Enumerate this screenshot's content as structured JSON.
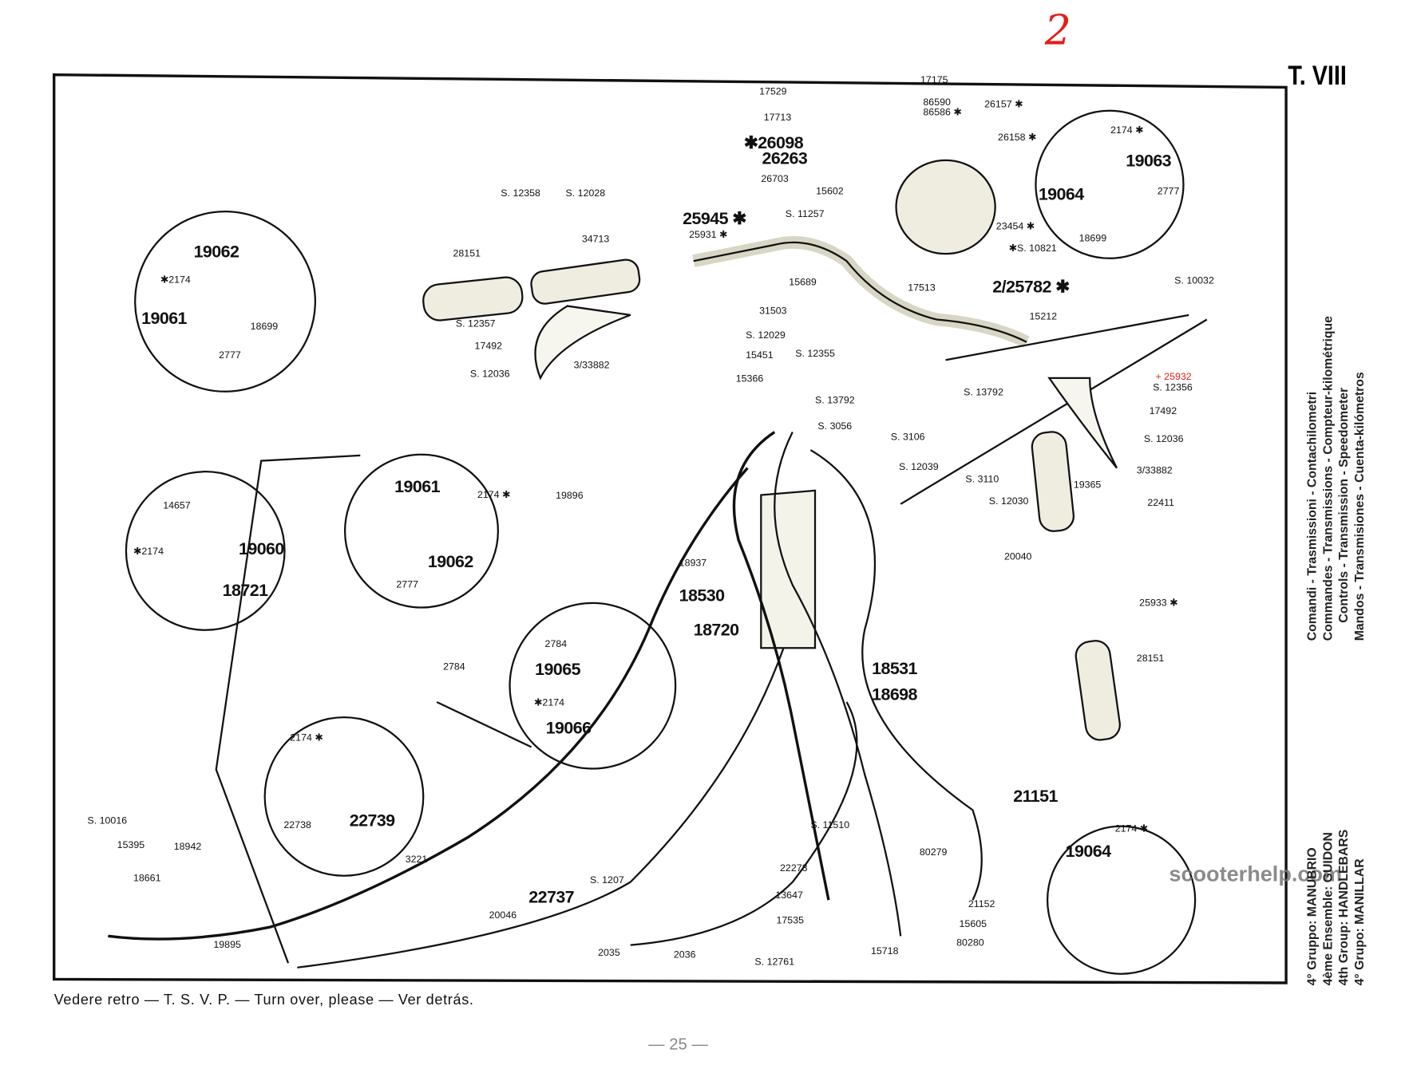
{
  "plate_title": "T. VIII",
  "annotation": "2",
  "footer": "Vedere retro — T. S. V. P. — Turn over, please — Ver detrás.",
  "page_number": "— 25 —",
  "watermark": "scooterhelp.com",
  "side_captions": [
    "Comandi - Trasmissioni - Contachilometri",
    "Commandes - Transmissions - Compteur-kilométrique",
    "Controls - Transmission - Speedometer",
    "Mandos - Transmisiones - Cuenta-kilómetros"
  ],
  "group_captions": [
    "4° Gruppo: MANUBRIO",
    "4ème Ensemble: GUIDON",
    "4th Group: HANDLEBARS",
    "4° Grupo: MANILLAR"
  ],
  "colors": {
    "ink": "#111111",
    "annotation_red": "#e0201a",
    "paper": "#ffffff"
  },
  "labels": [
    "17175",
    "17529",
    "17713",
    "86590",
    "86586 ✱",
    "26157 ✱",
    "✱26098",
    "26263",
    "26158 ✱",
    "26703",
    "15602",
    "S. 12358",
    "S. 12028",
    "25945 ✱",
    "25931 ✱",
    "S. 11257",
    "34713",
    "23454 ✱",
    "✱S. 10821",
    "19062",
    "28151",
    "17513",
    "2/25782 ✱",
    "15689",
    "S. 10032",
    "✱2174",
    "31503",
    "15212",
    "19061",
    "S. 12357",
    "18699",
    "S. 12029",
    "17492",
    "15451",
    "2777",
    "3/33882",
    "S. 12355",
    "S. 12036",
    "15366",
    "+ 25932",
    "S. 12356",
    "S. 13792",
    "S. 13792",
    "17492",
    "S. 3056",
    "S. 3106",
    "S. 12036",
    "S. 12039",
    "3/33882",
    "S. 3110",
    "19896",
    "19365",
    "S. 12030",
    "22411",
    "19061",
    "2174 ✱",
    "14657",
    "19060",
    "✱2174",
    "19062",
    "20040",
    "18937",
    "2777",
    "18721",
    "18530",
    "25933 ✱",
    "18720",
    "2784",
    "19065",
    "28151",
    "18531",
    "2784",
    "18698",
    "✱2174",
    "19066",
    "2174 ✱",
    "21151",
    "22738",
    "22739",
    "S. 10016",
    "S. 11510",
    "19064",
    "2174 ✱",
    "15395",
    "18942",
    "80279",
    "3221",
    "18661",
    "22273",
    "S. 1207",
    "22737",
    "13647",
    "21152",
    "20046",
    "17535",
    "15605",
    "19895",
    "2035",
    "80280",
    "2036",
    "15718",
    "S. 12761",
    "19063",
    "19064",
    "2174 ✱",
    "18699",
    "2777"
  ]
}
